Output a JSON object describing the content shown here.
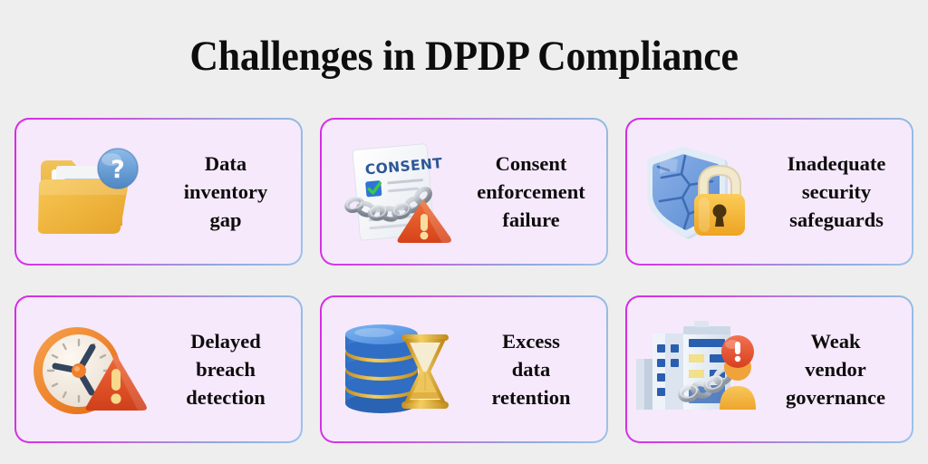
{
  "page": {
    "background_color": "#efeeee",
    "title": "Challenges in DPDP Compliance",
    "title_color": "#0d0d0d"
  },
  "theme": {
    "card_fill": "#f6e9fb",
    "border_gradient_start": "#d62ae6",
    "border_gradient_end": "#9cc2ea",
    "label_color": "#0d0d0d"
  },
  "cards": [
    {
      "id": "data-inventory-gap",
      "icon": "folder-question-icon",
      "label": "Data\ninventory\ngap",
      "label_line1": "Data",
      "label_line2": "inventory",
      "label_line3": "gap",
      "icon_colors": {
        "folder": "#f2b63d",
        "folder_back": "#edc25a",
        "paper": "#f4f4f4",
        "badge": "#6fa8dc",
        "badge_mark": "#ffffff"
      }
    },
    {
      "id": "consent-enforcement-failure",
      "icon": "chained-consent-document-icon",
      "label": "Consent\nenforcement\nfailure",
      "label_line1": "Consent",
      "label_line2": "enforcement",
      "label_line3": "failure",
      "document_heading": "CONSENT",
      "icon_colors": {
        "paper": "#f7f8fa",
        "heading": "#2b5797",
        "checkbox": "#2e75d4",
        "check": "#3cc84a",
        "chain": "#9aa2ad",
        "warning": "#e0521f",
        "warning_mark": "#f7dea0"
      }
    },
    {
      "id": "inadequate-security-safeguards",
      "icon": "cracked-shield-padlock-icon",
      "label": "Inadequate\nsecurity\nsafeguards",
      "label_line1": "Inadequate",
      "label_line2": "security",
      "label_line3": "safeguards",
      "icon_colors": {
        "shield": "#6d9de0",
        "shield_rim": "#c3d6ec",
        "crack": "#3f6db5",
        "lock_body": "#f5b32e",
        "lock_shackle": "#efe3c2",
        "keyhole": "#4a3410"
      }
    },
    {
      "id": "delayed-breach-detection",
      "icon": "clock-warning-icon",
      "label": "Delayed\nbreach\ndetection",
      "label_line1": "Delayed",
      "label_line2": "breach",
      "label_line3": "detection",
      "icon_colors": {
        "clock_rim": "#f0802c",
        "clock_face": "#f6efe7",
        "hands": "#33455e",
        "hub": "#f0802c",
        "warning": "#e14b26",
        "warning_mark": "#f6d98a"
      }
    },
    {
      "id": "excess-data-retention",
      "icon": "database-hourglass-icon",
      "label": "Excess\ndata\nretention",
      "label_line1": "Excess",
      "label_line2": "data",
      "label_line3": "retention",
      "icon_colors": {
        "db_top": "#5a9ae6",
        "db_body": "#3a7fd5",
        "db_band": "#e0a93a",
        "glass_frame": "#e0a93a",
        "sand": "#f0d48a"
      }
    },
    {
      "id": "weak-vendor-governance",
      "icon": "building-chain-person-alert-icon",
      "label": "Weak\nvendor\ngovernance",
      "label_line1": "Weak",
      "label_line2": "vendor",
      "label_line3": "governance",
      "icon_colors": {
        "building": "#e8eef6",
        "building_shade": "#b8c6d8",
        "window": "#2a5fb0",
        "window_lit": "#f2e08a",
        "chain": "#b3bac4",
        "person_body": "#f5b93b",
        "person_head": "#f2a23a",
        "alert": "#e8553a",
        "alert_mark": "#ffffff"
      }
    }
  ]
}
